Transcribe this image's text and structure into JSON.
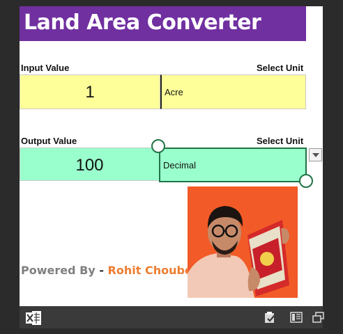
{
  "header": {
    "title": "Land Area Converter"
  },
  "input": {
    "label": "Input Value",
    "unit_label": "Select Unit",
    "value": "1",
    "unit": "Acre"
  },
  "output": {
    "label": "Output Value",
    "unit_label": "Select Unit",
    "value": "100",
    "unit": "Decimal"
  },
  "footer": {
    "powered_prefix": "Powered By",
    "separator": "-",
    "author": "Rohit Choubey"
  },
  "colors": {
    "title_bg": "#7030a0",
    "input_bg": "#ffff99",
    "output_bg": "#99ffcc",
    "selection": "#217346",
    "author": "#ed7d31",
    "photo_bg": "#f25a27"
  },
  "taskbar": {
    "icons": [
      "excel-icon",
      "clipboard-check-icon",
      "reading-view-icon",
      "restore-window-icon"
    ]
  }
}
